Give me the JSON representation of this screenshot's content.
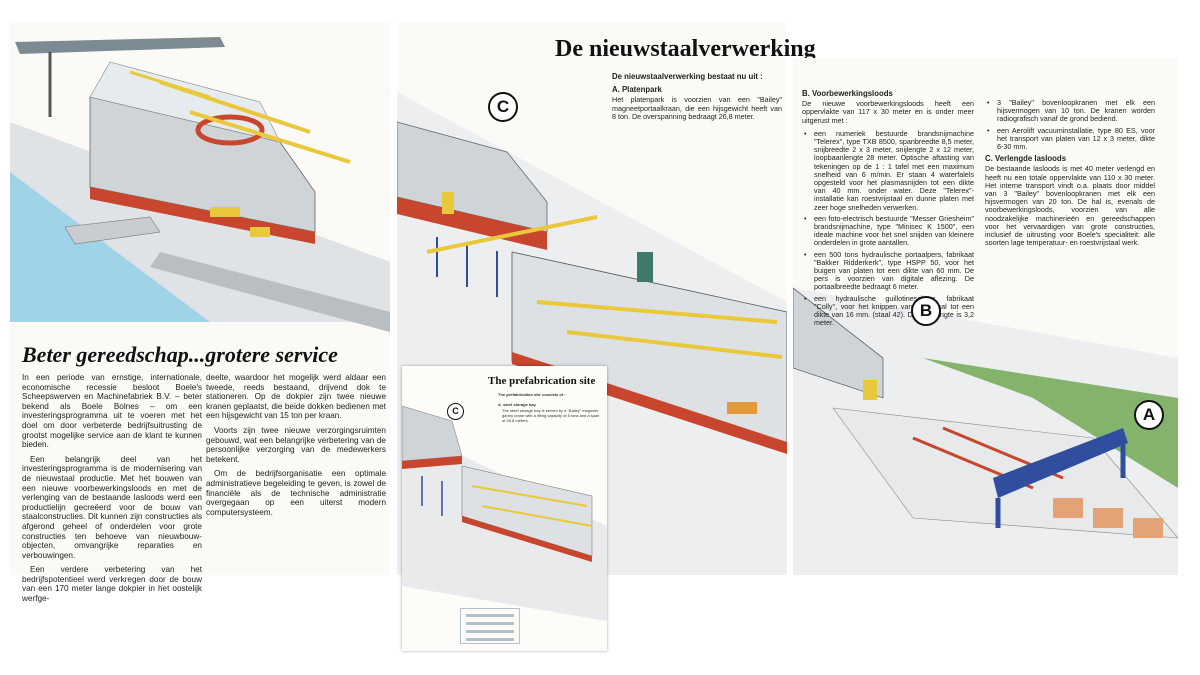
{
  "colors": {
    "accent_red": "#c8452e",
    "crane_yellow": "#e9c83b",
    "gantry_blue": "#2f4f9e",
    "water_blue": "#9fd3e8",
    "grass_green": "#6aa44a",
    "hall_grey": "#cfd4d8"
  },
  "left_page": {
    "title": "Beter gereedschap...grotere service",
    "col1": [
      "In een periode van ernstige, internationale, economische recessie besloot Boele's Scheepswerven en Machinefabriek B.V. – beter bekend als Boele Bolnes – om een investeringsprogramma uit te voeren met het doel om door verbeterde bedrijfsuitrusting de grootst mogelijke service aan de klant te kunnen bieden.",
      "Een belangrijk deel van het investeringsprogramma is de modernisering van de nieuwstaal productie. Met het bouwen van een nieuwe voorbewerkingsloods en met de verlenging van de bestaande lasloods werd een productielijn gecreëerd voor de bouw van staalconstructies. Dit kunnen zijn constructies als afgerond geheel of onderdelen voor grote constructies ten behoeve van nieuwbouw-objecten, omvangrijke reparaties en verbouwingen.",
      "Een verdere verbetering van het bedrijfspotentieel werd verkregen door de bouw van een 170 meter lange dokpier in het oostelijk werfge-"
    ],
    "col2": [
      "deelte, waardoor het mogelijk werd aldaar een tweede, reeds bestaand, drijvend dok te stationeren. Op de dokpier zijn twee nieuwe kranen geplaatst, die beide dokken bedienen met een hijsgewicht van 15 ton per kraan.",
      "Voorts zijn twee nieuwe verzorgingsruimten gebouwd, wat een belangrijke verbetering van de persoonlijke verzorging van de medewerkers betekent.",
      "Om de bedrijfsorganisatie een optimale administratieve begeleiding te geven, is zowel de financiële als de technische administratie overgegaan op een uiterst modern computersysteem."
    ]
  },
  "middle_page": {
    "title": "De nieuwstaalverwerking",
    "intro": "De nieuwstaalverwerking bestaat nu uit :",
    "section_a_heading": "A. Platenpark",
    "section_a_text": "Het platenpark is voorzien van een \"Bailey\" magneetportaalkraan, die een hijsgewicht heeft van 8 ton. De overspanning bedraagt 26,8 meter."
  },
  "right_page": {
    "section_b_heading": "B. Voorbewerkingsloods",
    "section_b_intro": "De nieuwe voorbewerkingsloods heeft een oppervlakte van 117 x 30 meter en is onder meer uitgerust met :",
    "section_b_items": [
      "een numeriek bestuurde brandsnijmachine \"Telerex\", type TXB 8500, spanbreedte 8,5 meter, snijbreedte 2 x 3 meter, snijlengte 2 x 12 meter, loopbaanlengte 28 meter. Optische aftasting van tekeningen op de 1 : 1 tafel met een maximum snelheid van 6 m/min. Er staan 4 waterfalels opgesteld voor het plasmasnijden tot een dikte van 40 mm. onder water. Deze \"Telerex\"-installatie kan roestvrijstaal en dunne platen met zeer hoge snelheden verwerken.",
      "een foto-electrisch bestuurde \"Messer Griesheim\" brandsnijmachine, type \"Minisec K 1500\", een ideale machine voor het snel snijden van kleinere onderdelen in grote aantallen.",
      "een 500 tons hydraulische portaalpers, fabrikaat \"Bakker Ridderkerk\", type HSPP 50, voor het buigen van platen tot een dikte van 60 mm. De pers is voorzien van digitale aflezing. De portaalbreedte bedraagt 6 meter.",
      "een hydraulische guillotineschaar, fabrikaat \"Colly\", voor het knippen van plaatstaal tot een dikte van 16 mm. (staal 42). De werklengte is 3,2 meter."
    ],
    "col2_items": [
      "3 \"Bailey\" bovenloopkranen met elk een hijsvermogen van 10 ton. De kranen worden radiografisch vanaf de grond bediend.",
      "een Aerolift vacuuminstallatie, type 80 ES, voor het transport van platen van 12 x 3 meter, dikte 6-30 mm."
    ],
    "section_c_heading": "C. Verlengde lasloods",
    "section_c_text": "De bestaande lasloods is met 40 meter verlengd en heeft nu een totale oppervlakte van 110 x 30 meter. Het interne transport vindt o.a. plaats door middel van 3 \"Bailey\" bovenloopkranen met elk een hijsvermogen van 20 ton. De hal is, evenals de voorbewerkingsloods, voorzien van alle noodzakelijke machinerieën en gereedschappen voor het vervaardigen van grote constructies, inclusief de uitrusting voor Boele's specialiteit: alle soorten lage temperatuur- en roestvrijstaal werk."
  },
  "inset": {
    "title": "The prefabrication site",
    "subtitle": "The prefabrication site consists of :",
    "item_heading": "A. steel storage bay",
    "item_text": "The steel storage bay is served by a \"Bailey\" magnetic gantry crane with a lifting capacity of 8 tons and a span of 26,8 meters."
  },
  "markers": {
    "a": "A",
    "b": "B",
    "c": "C",
    "c_inset": "C"
  }
}
